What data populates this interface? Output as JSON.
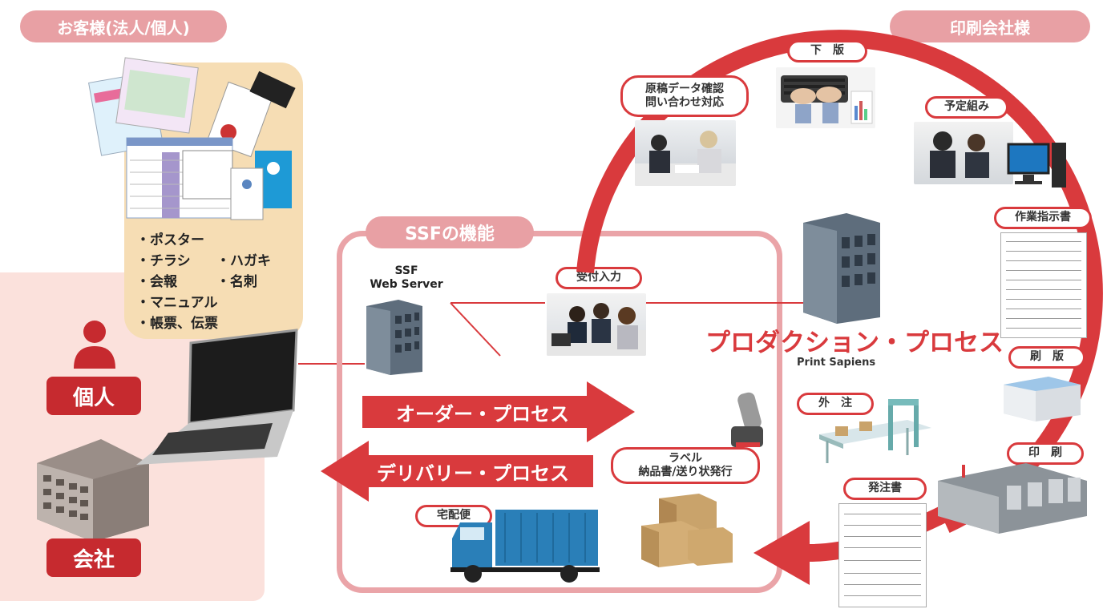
{
  "headers": {
    "customer": "お客様(法人/個人)",
    "printer": "印刷会社様",
    "ssf": "SSFの機能"
  },
  "customer": {
    "individual_label": "個人",
    "company_label": "会社",
    "products": [
      "・ポスター",
      "・チラシ",
      "・ハガキ",
      "・会報",
      "・名刺",
      "・マニュアル",
      "・帳票、伝票"
    ]
  },
  "ssf": {
    "server_label_line1": "SSF",
    "server_label_line2": "Web Server",
    "order_process": "オーダー・プロセス",
    "delivery_process": "デリバリー・プロセス",
    "reception_label": "受付入力",
    "label_issue_line1": "ラベル",
    "label_issue_line2": "納品書/送り状発行",
    "courier_label": "宅配便"
  },
  "production": {
    "title": "プロダクション・プロセス",
    "subtitle": "Print Sapiens"
  },
  "steps": {
    "manuscript_line1": "原稿データ確認",
    "manuscript_line2": "問い合わせ対応",
    "release": "下　版",
    "schedule": "予定組み",
    "work_order": "作業指示書",
    "plate": "刷　版",
    "printing": "印　刷",
    "outsource": "外　注",
    "purchase_order": "発注書"
  },
  "colors": {
    "accent_red": "#d93a3d",
    "dark_red": "#c62a2f",
    "pink_header": "#e8a0a4",
    "pink_panel": "#fbe1dc",
    "beige_panel": "#f6ddb4",
    "ssf_border": "#eaa4a8"
  }
}
